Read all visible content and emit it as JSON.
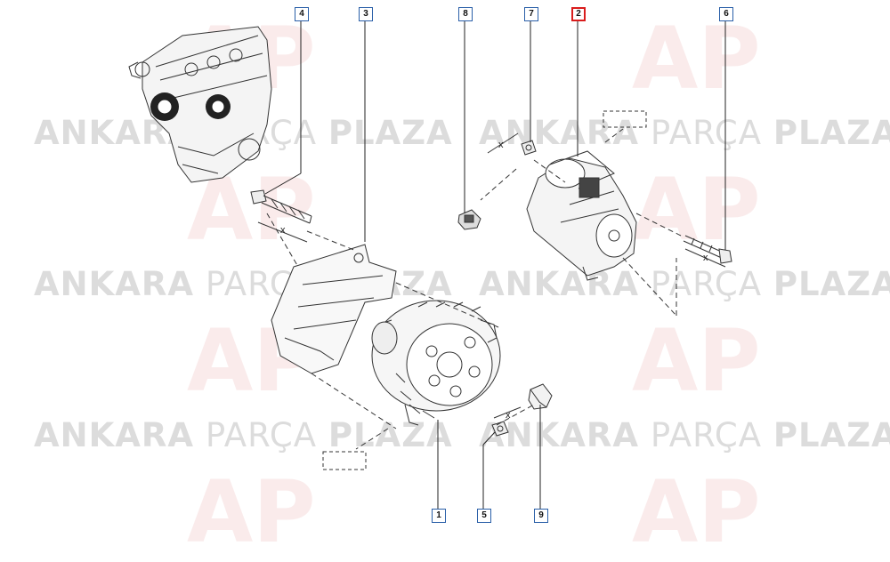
{
  "watermark": {
    "brand_bold": "ANKARA",
    "brand_mid": "PARÇA",
    "brand_end": "PLAZA",
    "logo_text": "AP"
  },
  "callouts": [
    {
      "label": "4",
      "active": false
    },
    {
      "label": "3",
      "active": false
    },
    {
      "label": "8",
      "active": false
    },
    {
      "label": "7",
      "active": false
    },
    {
      "label": "2",
      "active": true
    },
    {
      "label": "6",
      "active": false
    },
    {
      "label": "1",
      "active": false
    },
    {
      "label": "5",
      "active": false
    },
    {
      "label": "9",
      "active": false
    }
  ],
  "dimension_marks": [
    "x",
    "x",
    "x",
    "x"
  ],
  "colors": {
    "callout_border": "#2a5fa8",
    "active_border": "#d91c1c",
    "line": "#333333",
    "watermark": "#dcdcdc"
  }
}
